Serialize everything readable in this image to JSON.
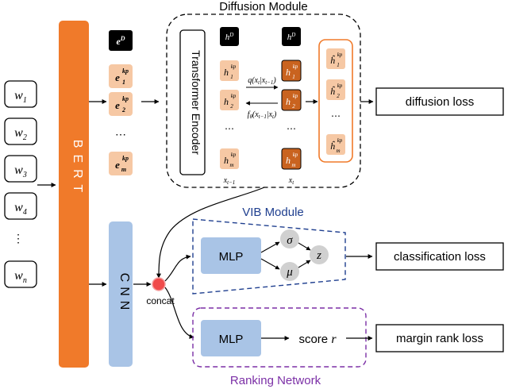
{
  "inputs": [
    {
      "base": "w",
      "sub": "1"
    },
    {
      "base": "w",
      "sub": "2"
    },
    {
      "base": "w",
      "sub": "3"
    },
    {
      "base": "w",
      "sub": "4"
    },
    {
      "base": "⋮",
      "sub": ""
    },
    {
      "base": "w",
      "sub": "n"
    }
  ],
  "bert_label": "BERT",
  "cnn_label": "CNN",
  "concat_label": "concat",
  "embeddings": {
    "eD": {
      "base": "e",
      "sup": "D"
    },
    "items": [
      {
        "base": "e",
        "sub": "1",
        "sup": "kp"
      },
      {
        "base": "e",
        "sub": "2",
        "sup": "kp"
      },
      {
        "base": "e",
        "sub": "m",
        "sup": "kp"
      }
    ],
    "ellipsis": "⋯"
  },
  "diffusion": {
    "title": "Diffusion Module",
    "encoder_label": "Transformer Encoder",
    "hD": {
      "base": "h",
      "sup": "D"
    },
    "col1": [
      {
        "base": "h",
        "sub": "1",
        "sup": "kp"
      },
      {
        "base": "h",
        "sub": "2",
        "sup": "kp"
      },
      {
        "base": "h",
        "sub": "m",
        "sup": "kp"
      }
    ],
    "col2": [
      {
        "base": "h",
        "sub": "1",
        "sup": "kp"
      },
      {
        "base": "h",
        "sub": "2",
        "sup": "kp"
      },
      {
        "base": "h",
        "sub": "m",
        "sup": "kp"
      }
    ],
    "out": [
      {
        "base": "ĥ",
        "sub": "1",
        "sup": "kp"
      },
      {
        "base": "ĥ",
        "sub": "2",
        "sup": "kp"
      },
      {
        "base": "ĥ",
        "sub": "m",
        "sup": "kp"
      }
    ],
    "q_label": "q(x_t|x_{t−1})",
    "f_label": "f_θ(x_{t−1}|x_t)",
    "xt1_label": "x_{t−1}",
    "xt_label": "x_t",
    "ellipsis": "⋯"
  },
  "vib": {
    "title": "VIB Module",
    "mlp_label": "MLP",
    "sigma": "σ",
    "mu": "μ",
    "z": "z"
  },
  "ranking": {
    "title": "Ranking Network",
    "mlp_label": "MLP",
    "score_label": "score",
    "score_var": "r"
  },
  "losses": {
    "diffusion": "diffusion loss",
    "classification": "classification loss",
    "margin": "margin rank loss"
  },
  "colors": {
    "bert": "#f07a2a",
    "cnn": "#a9c4e6",
    "kp_fill": "#f6c8a4",
    "kp_dark": "#c9631f",
    "vib_title": "#1f3f8f",
    "rank_title": "#7b2fa6",
    "concat": "#f04b4b"
  }
}
